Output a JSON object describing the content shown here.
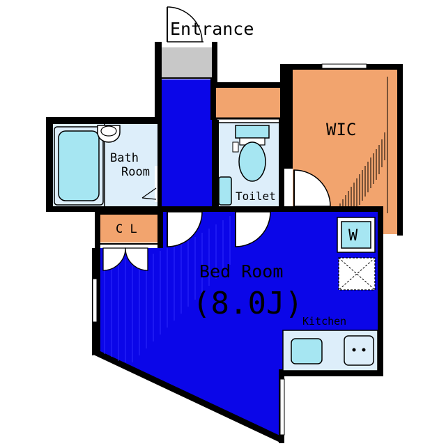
{
  "labels": {
    "entrance": "Entrance",
    "wic": "WIC",
    "bath_line1": "Bath",
    "bath_line2": "Room",
    "toilet": "Toilet",
    "closet": "C L",
    "washer": "W",
    "bedroom": "Bed Room",
    "bedroom_size": "(8.0J)",
    "kitchen": "Kitchen"
  },
  "colors": {
    "wall": "#000000",
    "blue_floor": "#0b06e8",
    "orange_floor": "#f2a46e",
    "light_floor": "#ddeefa",
    "fixture_cyan": "#a6e6f2",
    "gray_floor": "#c8c8c8",
    "white": "#ffffff"
  }
}
